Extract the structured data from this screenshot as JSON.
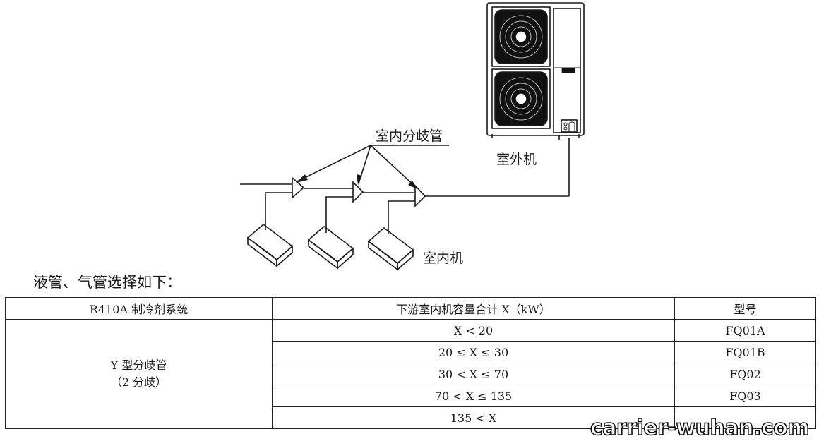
{
  "labels": {
    "branch_pipe": "室内分歧管",
    "outdoor_unit": "室外机",
    "indoor_unit": "室内机"
  },
  "caption": "液管、气管选择如下：",
  "table": {
    "headers": [
      "R410A 制冷剂系统",
      "下游室内机容量合计 X（kW）",
      "型号"
    ],
    "type_line1": "Y 型分歧管",
    "type_line2": "（2 分歧）",
    "rows": [
      {
        "range": "X < 20",
        "model": "FQ01A"
      },
      {
        "range": "20 ≤ X ≤ 30",
        "model": "FQ01B"
      },
      {
        "range": "30 < X ≤ 70",
        "model": "FQ02"
      },
      {
        "range": "70 < X ≤ 135",
        "model": "FQ03"
      },
      {
        "range": "135 < X",
        "model": ""
      }
    ]
  },
  "watermark": "carrier-wuhan.com"
}
